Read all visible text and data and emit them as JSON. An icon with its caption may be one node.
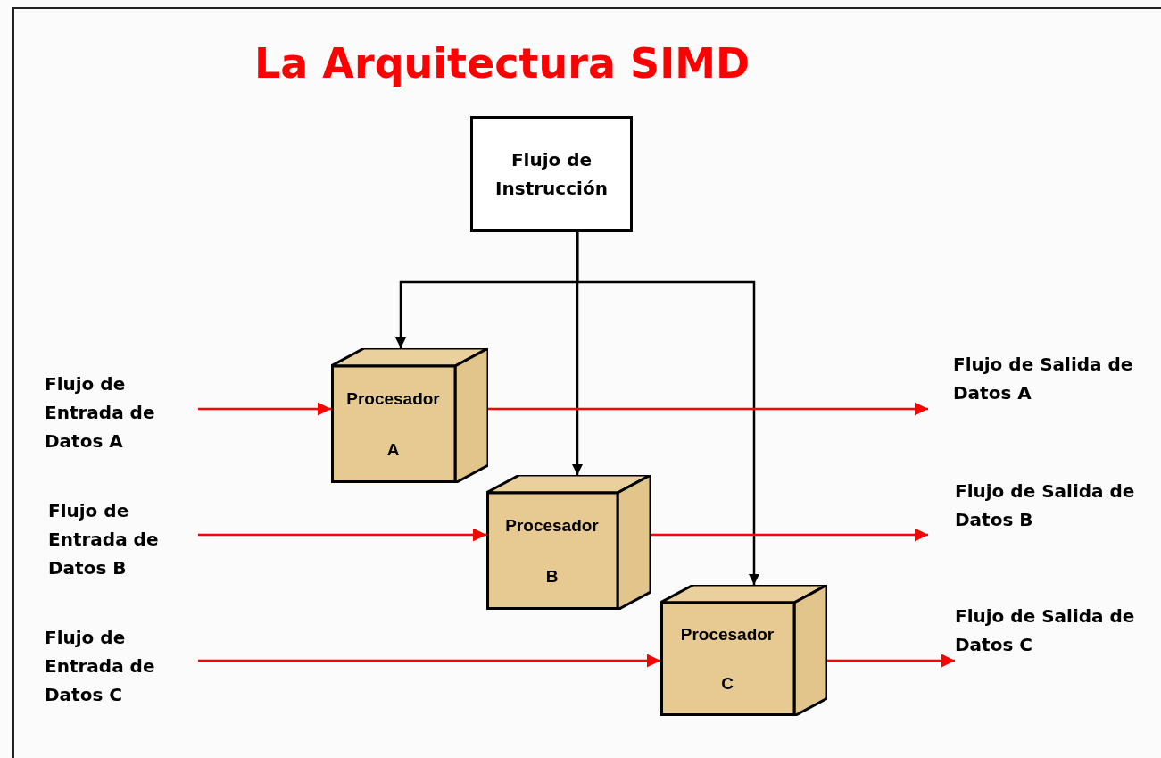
{
  "diagram": {
    "title": "La Arquitectura SIMD",
    "nodes": [
      {
        "text": [
          "Flujo de Instrucción"
        ]
      },
      {
        "text": [
          "Procesador",
          "A"
        ]
      },
      {
        "text": [
          "Procesador",
          "B"
        ]
      },
      {
        "text": [
          "Procesador",
          "C"
        ]
      },
      {
        "text": [
          "Flujo de Entrada de Datos A"
        ]
      },
      {
        "text": [
          "Flujo de Entrada de Datos B"
        ]
      },
      {
        "text": [
          "Flujo de Entrada de Datos C"
        ]
      },
      {
        "text": [
          "Flujo de Salida de Datos A"
        ]
      },
      {
        "text": [
          "Flujo de Salida de Datos B"
        ]
      },
      {
        "text": [
          "Flujo de Salida de Datos C"
        ]
      }
    ],
    "edges": [
      {
        "from": 0,
        "to": 1,
        "arrow": "to",
        "color": "#000000"
      },
      {
        "from": 0,
        "to": 2,
        "arrow": "to",
        "color": "#000000"
      },
      {
        "from": 0,
        "to": 3,
        "arrow": "to",
        "color": "#000000"
      },
      {
        "from": 4,
        "to": 1,
        "arrow": "to"
      },
      {
        "from": 5,
        "to": 2,
        "arrow": "to"
      },
      {
        "from": 6,
        "to": 3,
        "arrow": "to"
      },
      {
        "from": 1,
        "to": 7,
        "arrow": "to"
      },
      {
        "from": 2,
        "to": 8,
        "arrow": "to"
      },
      {
        "from": 3,
        "to": 9,
        "arrow": "to"
      }
    ]
  }
}
